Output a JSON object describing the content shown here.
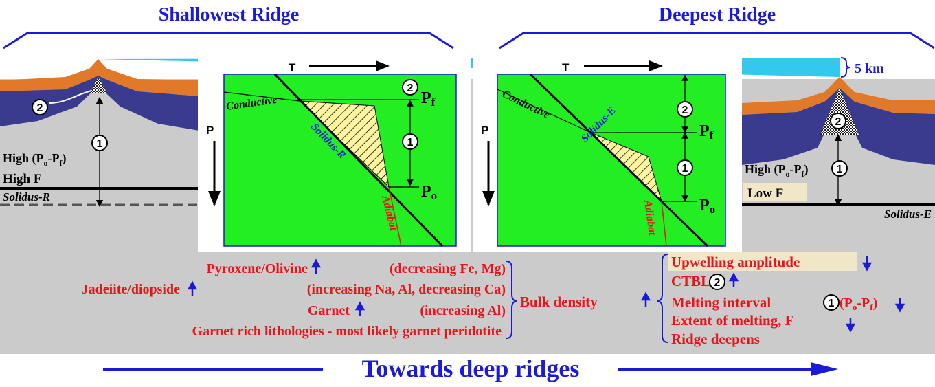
{
  "headers": {
    "left": "Shallowest Ridge",
    "right": "Deepest Ridge"
  },
  "thickness_label": "5 km",
  "left_column": {
    "high_p_prefix": "High (P",
    "high_p_sub1": "o",
    "high_p_mid": "-P",
    "high_p_sub2": "f",
    "high_p_suffix": ")",
    "high_f": "High F",
    "solidus": "Solidus-R"
  },
  "right_column": {
    "high_p_prefix": "High (P",
    "high_p_sub1": "o",
    "high_p_mid": "-P",
    "high_p_sub2": "f",
    "high_p_suffix": ")",
    "low_f": "Low F",
    "solidus": "Solidus-E"
  },
  "panel_left": {
    "t_label": "T",
    "p_label": "P",
    "conductive": "Conductive",
    "solidus": "Solidus-R",
    "adiabat": "Adiabat",
    "pf_main": "P",
    "pf_sub": "f",
    "po_main": "P",
    "po_sub": "o"
  },
  "panel_right": {
    "t_label": "T",
    "p_label": "P",
    "conductive": "Conductive",
    "solidus": "Solidus-E",
    "adiabat": "Adiabat",
    "pf_main": "P",
    "pf_sub": "f",
    "po_main": "P",
    "po_sub": "o"
  },
  "markers": {
    "one": "1",
    "two": "2"
  },
  "mineral_list": {
    "line1_a": "Pyroxene/Olivine",
    "line1_b": "(decreasing Fe, Mg)",
    "line2_a": "Jadeiite/diopside",
    "line2_b": "(increasing Na, Al, decreasing Ca)",
    "line3_a": "Garnet",
    "line3_b": "(increasing Al)",
    "line4": "Garnet rich lithologies - most likely garnet peridotite",
    "bulk_density": "Bulk density"
  },
  "effects": {
    "upwelling": "Upwelling amplitude",
    "ctbl": "CTBL",
    "melting_interval_a": "Melting interval",
    "melting_interval_b1": "(P",
    "melting_interval_sub1": "o",
    "melting_interval_b2": "-P",
    "melting_interval_sub2": "f",
    "melting_interval_b3": ")",
    "extent": "Extent of melting, F",
    "ridge": "Ridge deepens"
  },
  "footer": "Towards deep ridges",
  "colors": {
    "header_blue": "#1a1ad8",
    "red_text": "#e8141a",
    "green_panel": "#22ee22",
    "crust_orange": "#e07a2a",
    "mantle_navy": "#3a3a8e",
    "gray_bg": "#cbcbcb",
    "wedge_cyan": "#33c8ee",
    "highlight": "#f2e6c8"
  }
}
